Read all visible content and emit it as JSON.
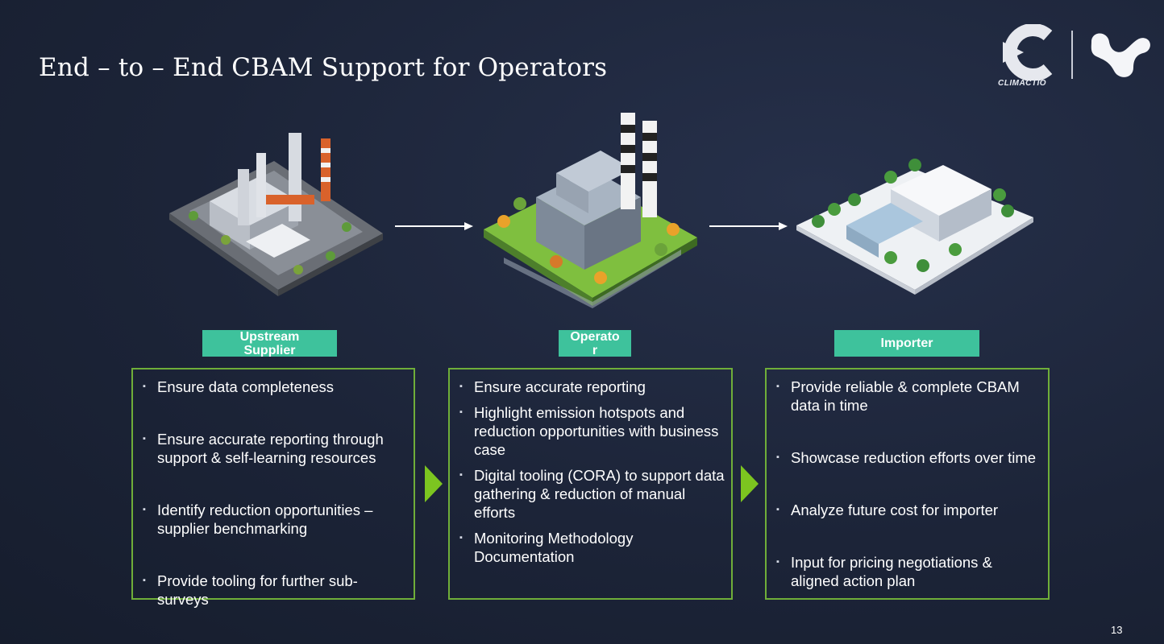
{
  "slide": {
    "title": "End – to – End CBAM Support for Operators",
    "page_number": "13"
  },
  "logo": {
    "brand_text": "CLIMACTIO"
  },
  "columns": [
    {
      "label": "Upstream\nSupplier",
      "items": [
        "Ensure data completeness",
        "Ensure accurate reporting through support & self-learning resources",
        "Identify reduction opportunities – supplier benchmarking",
        "Provide tooling for further sub-surveys"
      ]
    },
    {
      "label": "Operato\nr",
      "items": [
        "Ensure accurate reporting",
        "Highlight emission hotspots and reduction opportunities with business case",
        "Digital tooling (CORA) to support data gathering & reduction of manual efforts",
        "Monitoring Methodology Documentation"
      ]
    },
    {
      "label": "Importer",
      "items": [
        "Provide reliable & complete CBAM data in time",
        "Showcase reduction efforts over time",
        "Analyze future cost for importer",
        "Input for pricing negotiations & aligned action plan"
      ]
    }
  ],
  "colors": {
    "label_bg": "#3ec29c",
    "box_border": "#6fae39",
    "chevron": "#7cc520"
  }
}
